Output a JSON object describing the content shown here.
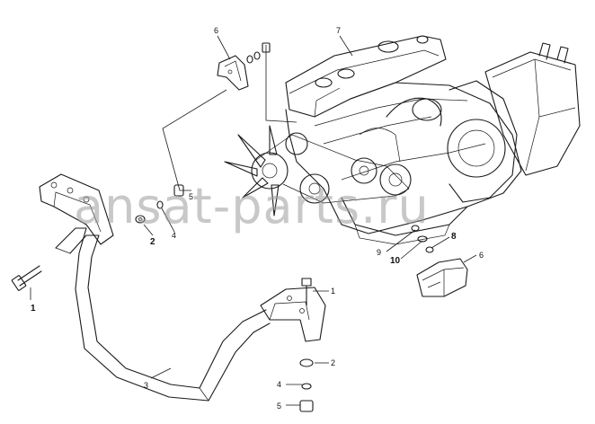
{
  "watermark": "ansat-parts.ru",
  "callouts": {
    "c1_left": "1",
    "c2_left": "2",
    "c4_left": "4",
    "c5_left": "5",
    "c6_top": "6",
    "c7_top": "7",
    "c3_bottom": "3",
    "c1_right": "1",
    "c2_right": "2",
    "c4_right": "4",
    "c5_right": "5",
    "c6_right": "6",
    "c8_right": "8",
    "c9_right": "9",
    "c10_right": "10"
  }
}
